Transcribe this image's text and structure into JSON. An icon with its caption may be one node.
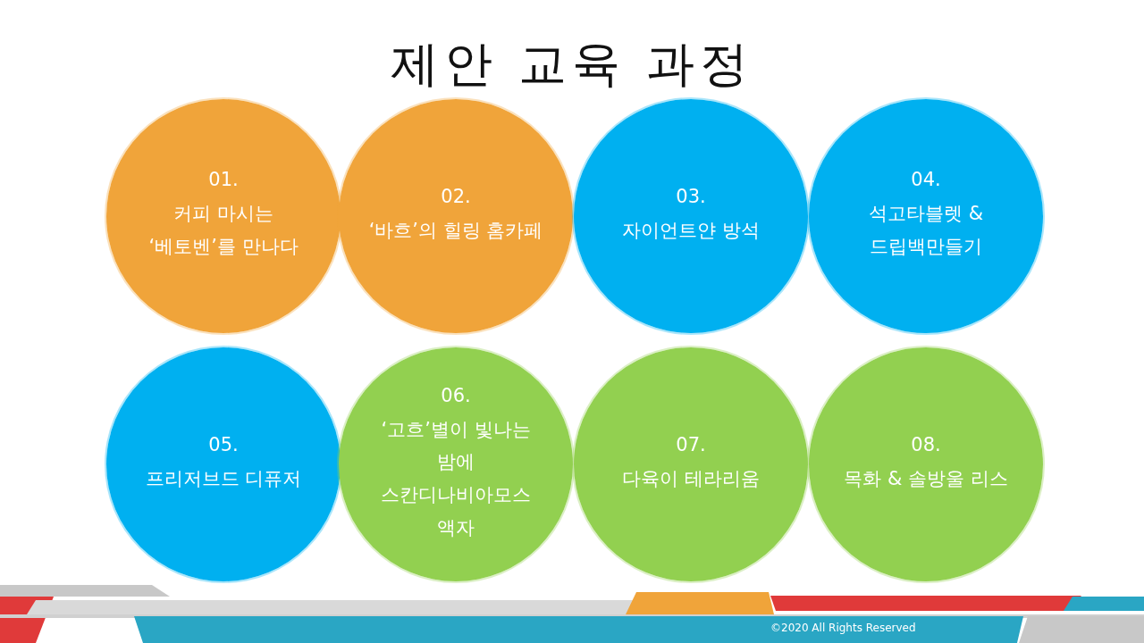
{
  "diagram": {
    "title": "제안 교육 과정",
    "nodes": [
      {
        "text": [
          "01.",
          "커피 마시는 ‘베토벤’를 만나다"
        ]
      },
      {
        "text": [
          "02.",
          "‘바흐’의 힐링 홈카페"
        ]
      },
      {
        "text": [
          "03.",
          "자이언트얀 방석"
        ]
      },
      {
        "text": [
          "04.",
          "석고타블렛 & 드립백만들기"
        ]
      },
      {
        "text": [
          "05.",
          "프리저브드 디퓨저"
        ]
      },
      {
        "text": [
          "06.",
          "‘고흐’별이 빛나는 밤에 스칸디나비아모스 액자"
        ]
      },
      {
        "text": [
          "07.",
          "다육이 테라리움"
        ]
      },
      {
        "text": [
          "08.",
          "목화 & 솔방울 리스"
        ]
      }
    ],
    "labels": [
      "©2020 All Rights Reserved"
    ]
  }
}
